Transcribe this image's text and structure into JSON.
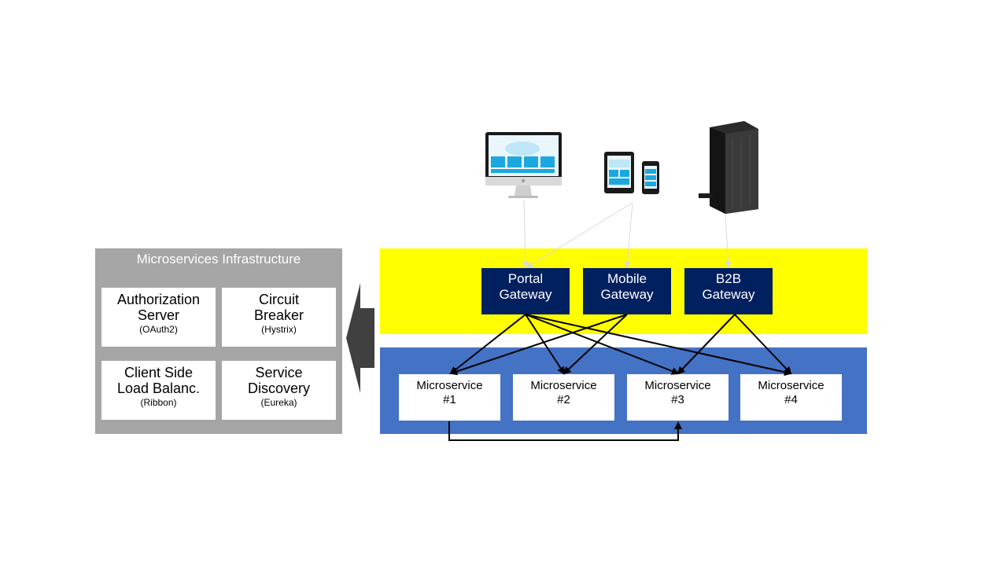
{
  "infrastructure": {
    "title": "Microservices Infrastructure",
    "components": [
      {
        "main_line1": "Authorization",
        "main_line2": "Server",
        "sub": "(OAuth2)"
      },
      {
        "main_line1": "Circuit",
        "main_line2": "Breaker",
        "sub": "(Hystrix)"
      },
      {
        "main_line1": "Client Side",
        "main_line2": "Load Balanc.",
        "sub": "(Ribbon)"
      },
      {
        "main_line1": "Service",
        "main_line2": "Discovery",
        "sub": "(Eureka)"
      }
    ]
  },
  "gateways": [
    {
      "line1": "Portal",
      "line2": "Gateway"
    },
    {
      "line1": "Mobile",
      "line2": "Gateway"
    },
    {
      "line1": "B2B",
      "line2": "Gateway"
    }
  ],
  "microservices": [
    {
      "line1": "Microservice",
      "line2": "#1"
    },
    {
      "line1": "Microservice",
      "line2": "#2"
    },
    {
      "line1": "Microservice",
      "line2": "#3"
    },
    {
      "line1": "Microservice",
      "line2": "#4"
    }
  ],
  "clients": [
    {
      "icon": "desktop-monitor-icon"
    },
    {
      "icon": "tablet-and-phone-icon"
    },
    {
      "icon": "server-rack-icon"
    }
  ],
  "colors": {
    "gateway_band": "#ffff00",
    "service_band": "#4472c4",
    "gateway_box": "#002060",
    "infra_panel": "#a5a5a5",
    "arrow": "#404040"
  }
}
